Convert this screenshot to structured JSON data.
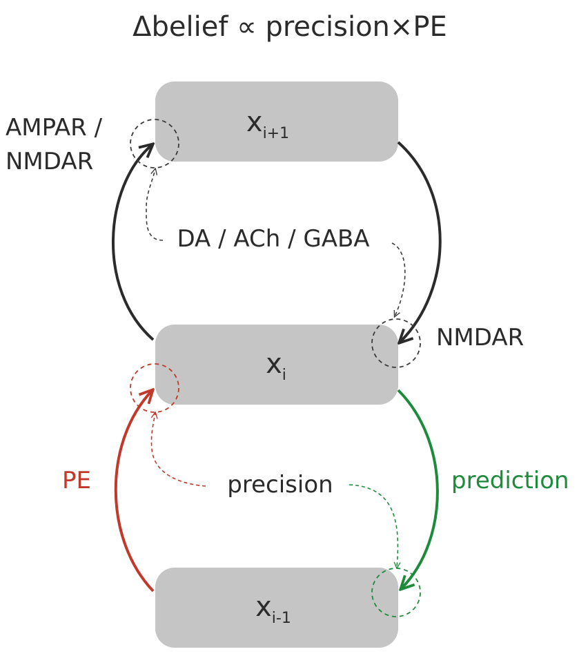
{
  "title": "Δbelief ∝ precision×PE",
  "nodes": {
    "upper": {
      "symbol": "x",
      "subscript": "i+1"
    },
    "middle": {
      "symbol": "x",
      "subscript": "i"
    },
    "lower": {
      "symbol": "x",
      "subscript": "i-1"
    }
  },
  "labels": {
    "receptor_upper": "AMPAR /",
    "receptor_upper_line2": "NMDAR",
    "modulators": "DA / ACh / GABA",
    "receptor_middle": "NMDAR",
    "pe": "PE",
    "precision": "precision",
    "prediction": "prediction"
  },
  "colors": {
    "node_fill": "#c4c5c4",
    "dark": "#2b2b2b",
    "red": "#c0392b",
    "green": "#1e8a3c",
    "dashed_dark": "#3a3a3a"
  }
}
